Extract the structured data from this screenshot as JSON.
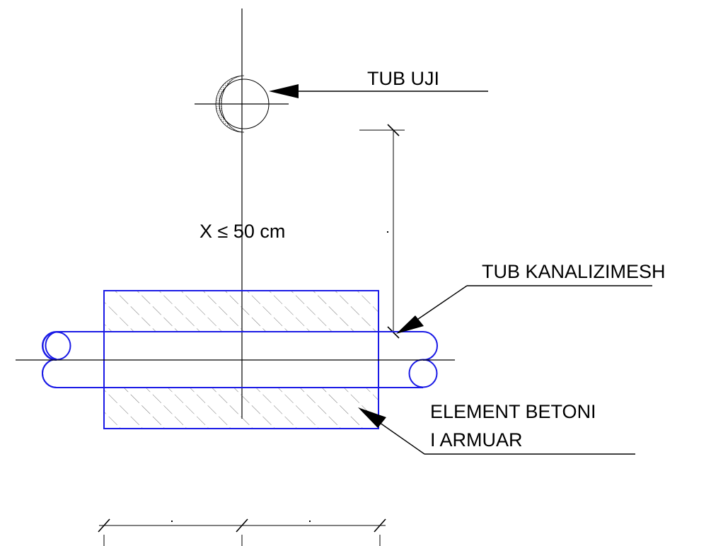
{
  "labels": {
    "water_pipe": "TUB UJI",
    "sewer_pipe": "TUB KANALIZIMESH",
    "distance": "X ≤ 50 cm",
    "concrete_line1": "ELEMENT BETONI",
    "concrete_line2": "I ARMUAR"
  },
  "colors": {
    "line": "#000000",
    "concrete": "#1a1ae6",
    "hatch": "#555555",
    "pipe_section_fill": "#8a8a8a"
  }
}
